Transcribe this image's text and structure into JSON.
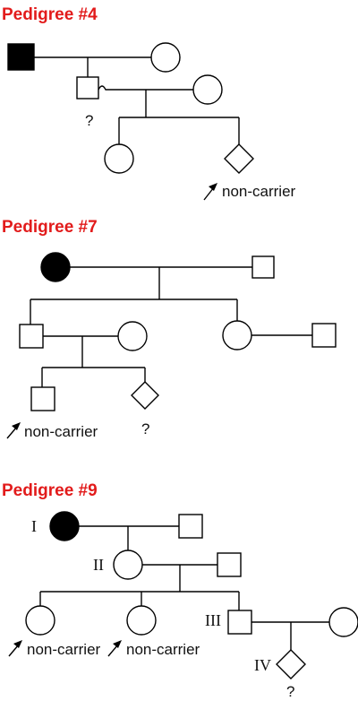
{
  "colors": {
    "title": "#e21b1b",
    "ink": "#000000",
    "affected": "#000000",
    "unaffected": "#ffffff"
  },
  "pedigrees": [
    {
      "title": "Pedigree #4",
      "question_label": "?",
      "non_carrier_label": "non-carrier"
    },
    {
      "title": "Pedigree #7",
      "question_label": "?",
      "non_carrier_label": "non-carrier"
    },
    {
      "title": "Pedigree #9",
      "generations": [
        "I",
        "II",
        "III",
        "IV"
      ],
      "question_label": "?",
      "non_carrier_label_1": "non-carrier",
      "non_carrier_label_2": "non-carrier"
    }
  ],
  "icons": {
    "arrow": "diagonal-arrow-icon"
  }
}
